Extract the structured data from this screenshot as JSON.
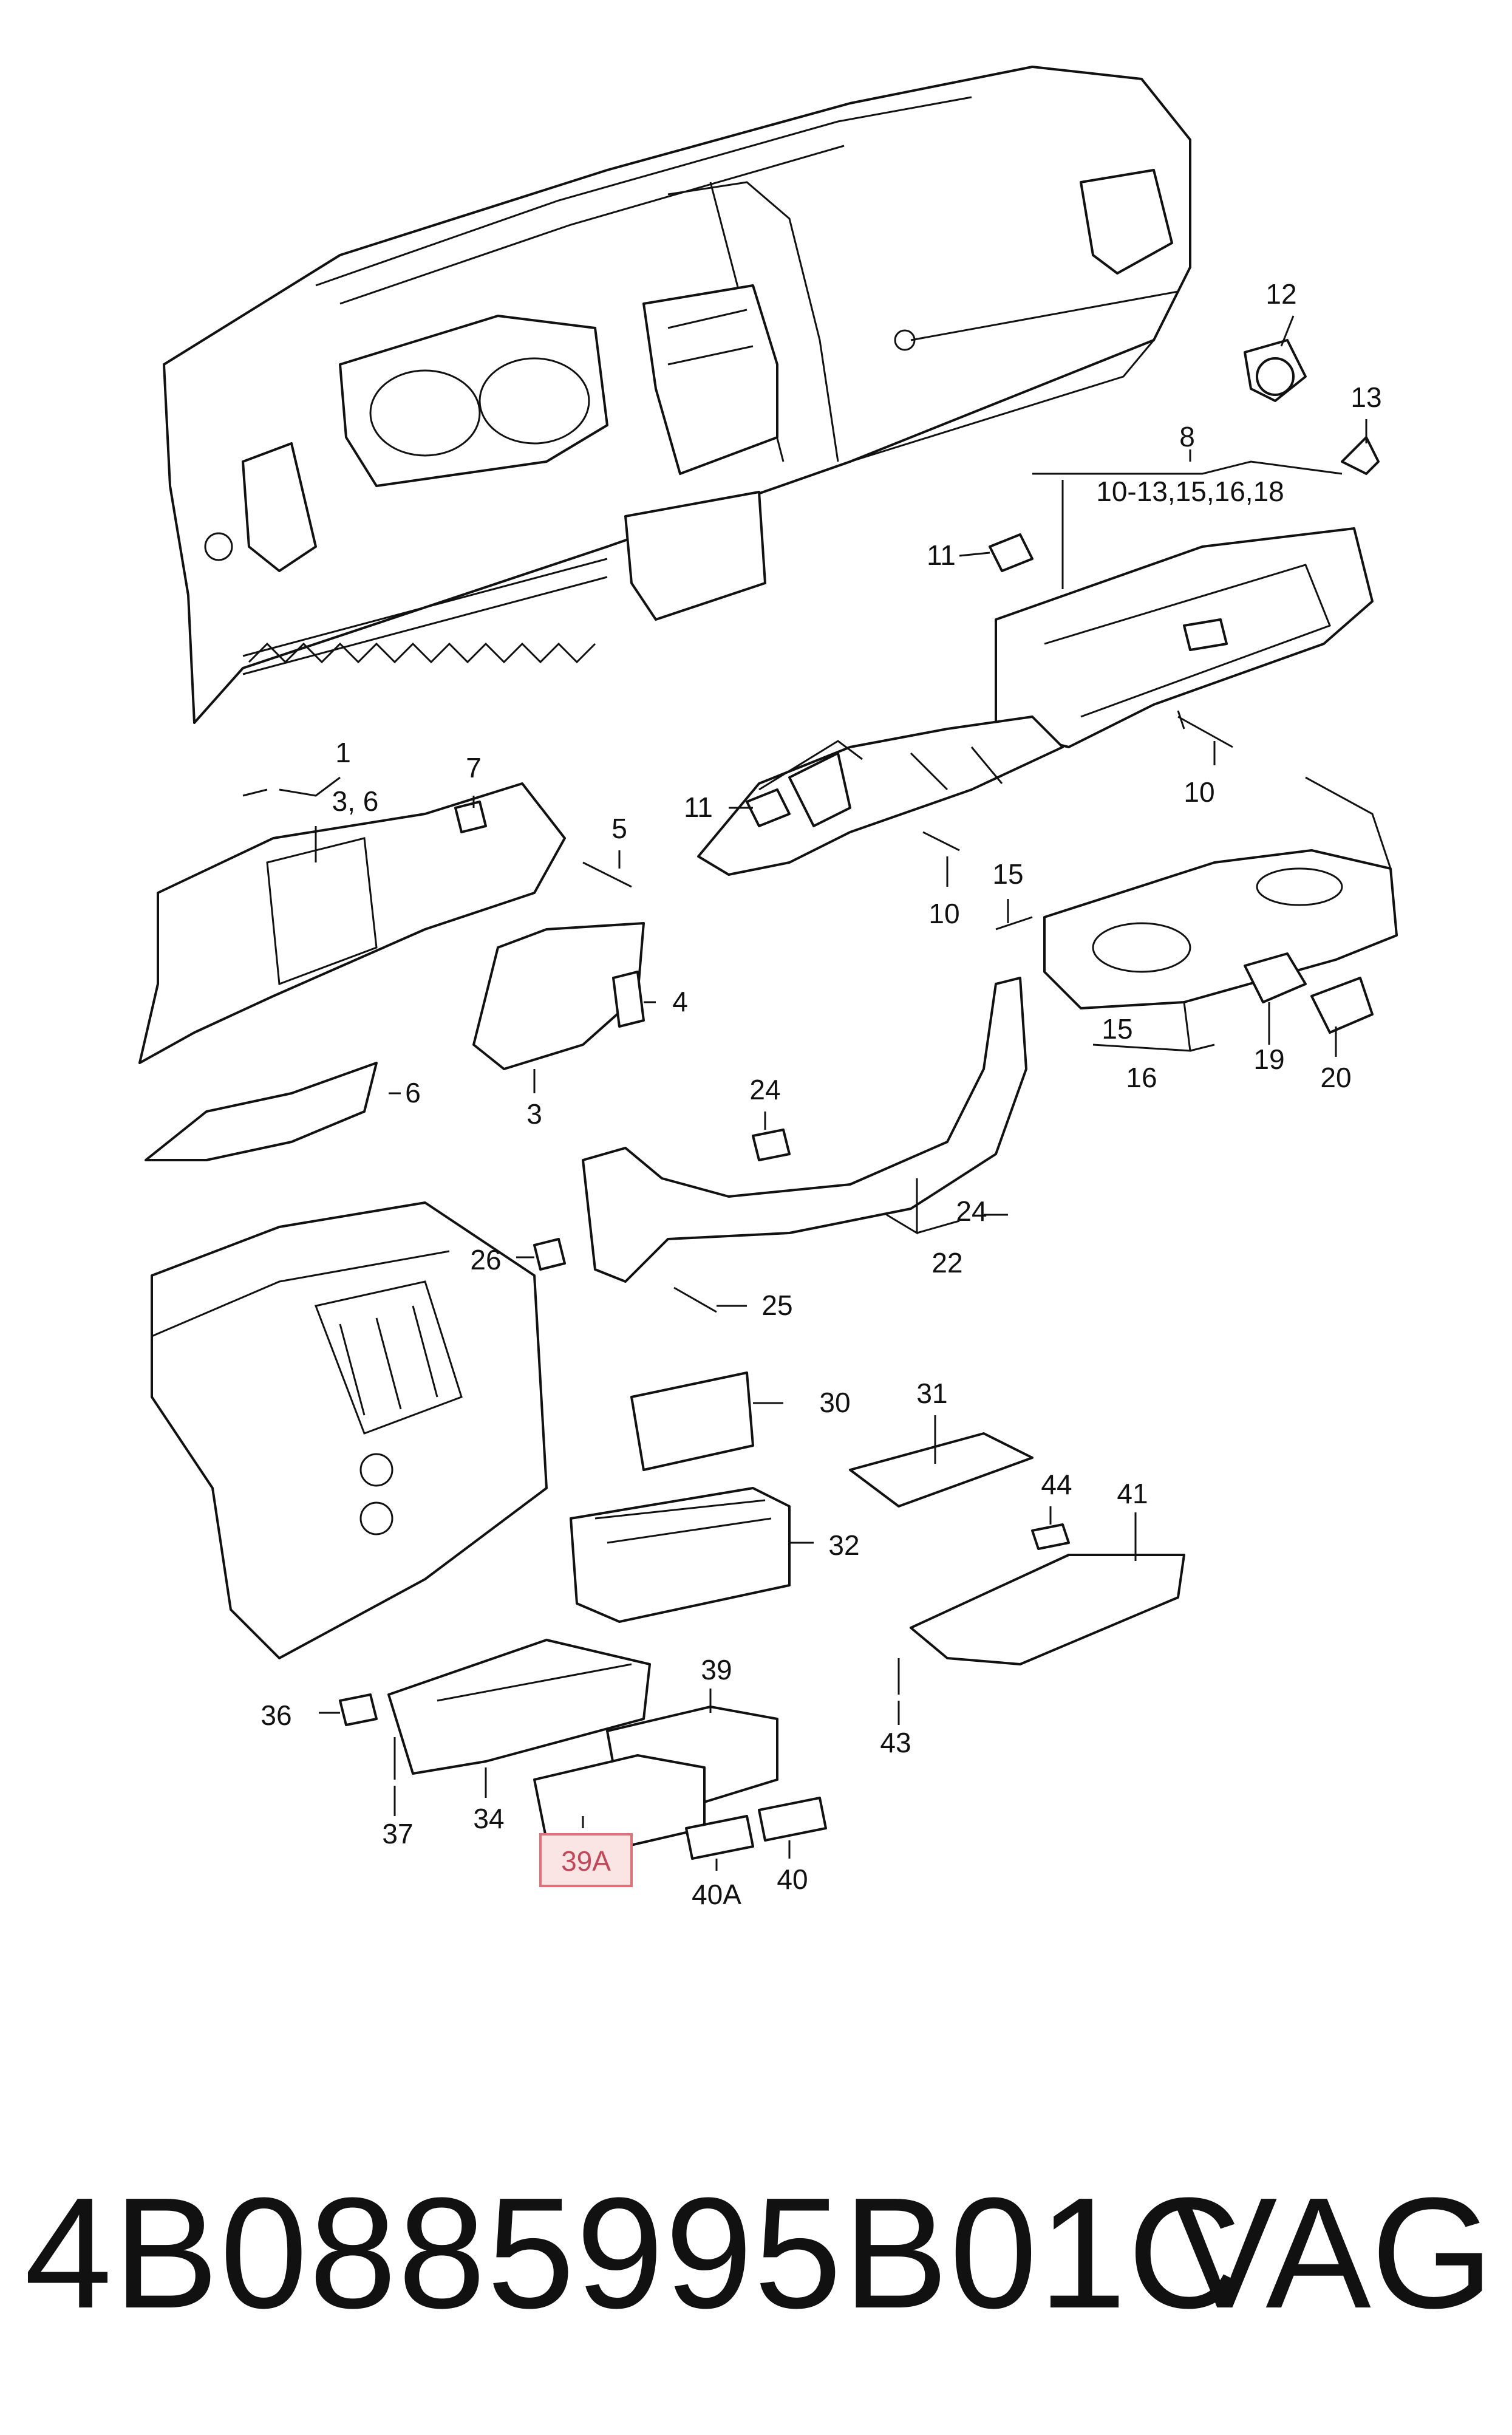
{
  "labels": {
    "l12": "12",
    "l13": "13",
    "l8": "8",
    "l8sub": "10-13,15,16,18",
    "l11a": "11",
    "l11b": "11",
    "l10a": "10",
    "l10b": "10",
    "l1": "1",
    "l1sub": "3, 6",
    "l7": "7",
    "l5": "5",
    "l4": "4",
    "l6": "6",
    "l3": "3",
    "l15a": "15",
    "l15b": "15",
    "l16": "16",
    "l19": "19",
    "l20": "20",
    "l24a": "24",
    "l24b": "24",
    "l22": "22",
    "l26": "26",
    "l25": "25",
    "l30": "30",
    "l31": "31",
    "l44": "44",
    "l41": "41",
    "l32": "32",
    "l43": "43",
    "l39": "39",
    "l36": "36",
    "l34": "34",
    "l37": "37",
    "l39A": "39A",
    "l40A": "40A",
    "l40": "40"
  },
  "highlight": {
    "label": "39A",
    "color": "#e0707a"
  },
  "footer": {
    "part_number": "4B0885995B01C",
    "brand": "VAG"
  }
}
